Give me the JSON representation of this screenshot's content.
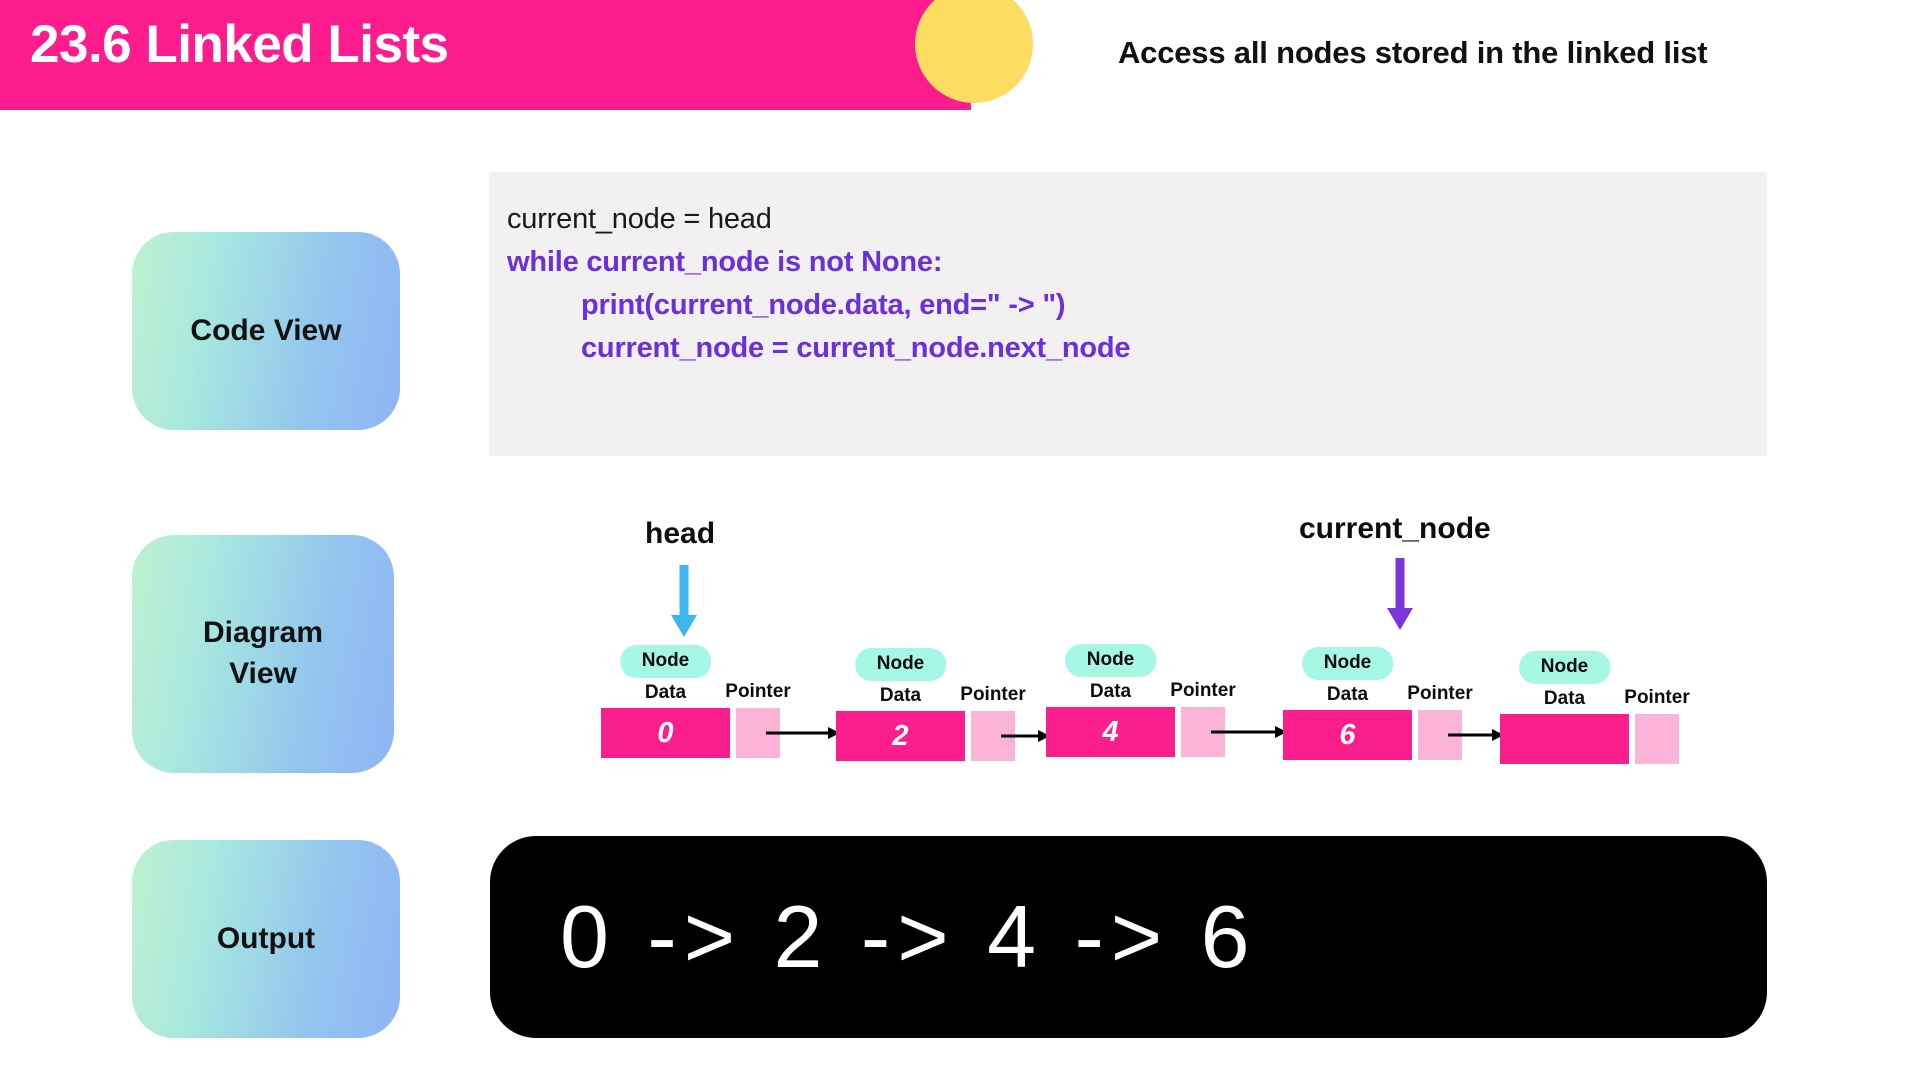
{
  "header": {
    "title": "23.6 Linked Lists",
    "subtitle": "Access all nodes stored in the linked list",
    "bar_color": "#FC1C8E",
    "circle_color": "#FDDC62",
    "circle_icon": "yellow-circle-decoration"
  },
  "rail": {
    "items": [
      {
        "id": "code-view",
        "label": "Code View"
      },
      {
        "id": "diagram-view",
        "label": "Diagram\nView"
      },
      {
        "id": "output",
        "label": "Output"
      }
    ],
    "gradient_from": "#BFF2CF",
    "gradient_to": "#8FB4F4"
  },
  "code_panel": {
    "background": "#F2F0F0",
    "lines": [
      {
        "text": "current_node = head",
        "style": "plain",
        "indent": 0
      },
      {
        "text": "while current_node is not None:",
        "style": "keyword",
        "indent": 0
      },
      {
        "text": "print(current_node.data, end=\" -> \")",
        "style": "keyword",
        "indent": 1
      },
      {
        "text": "current_node = current_node.next_node",
        "style": "keyword",
        "indent": 1
      }
    ],
    "keyword_color": "#6B2FDB",
    "plain_color": "#1a1a1a"
  },
  "diagram": {
    "pointers": [
      {
        "name": "head",
        "label": "head",
        "color": "#3FB5F0",
        "target_node": 0
      },
      {
        "name": "current_node",
        "label": "current_node",
        "color": "#7B35D8",
        "target_node": 3
      }
    ],
    "node_badge_label": "Node",
    "data_label": "Data",
    "pointer_label": "Pointer",
    "node_badge_color": "#A6F7E4",
    "data_box_color": "#FA1F8D",
    "pointer_box_color": "#FBB4D8",
    "link_arrow_color": "#000000",
    "nodes": [
      {
        "index": 0,
        "data": "0",
        "has_next_arrow": true
      },
      {
        "index": 1,
        "data": "2",
        "has_next_arrow": true
      },
      {
        "index": 2,
        "data": "4",
        "has_next_arrow": true
      },
      {
        "index": 3,
        "data": "6",
        "has_next_arrow": true
      },
      {
        "index": 4,
        "data": "",
        "has_next_arrow": false
      }
    ]
  },
  "output": {
    "text": "0 -> 2 -> 4 -> 6",
    "background": "#000000",
    "text_color": "#ffffff"
  }
}
